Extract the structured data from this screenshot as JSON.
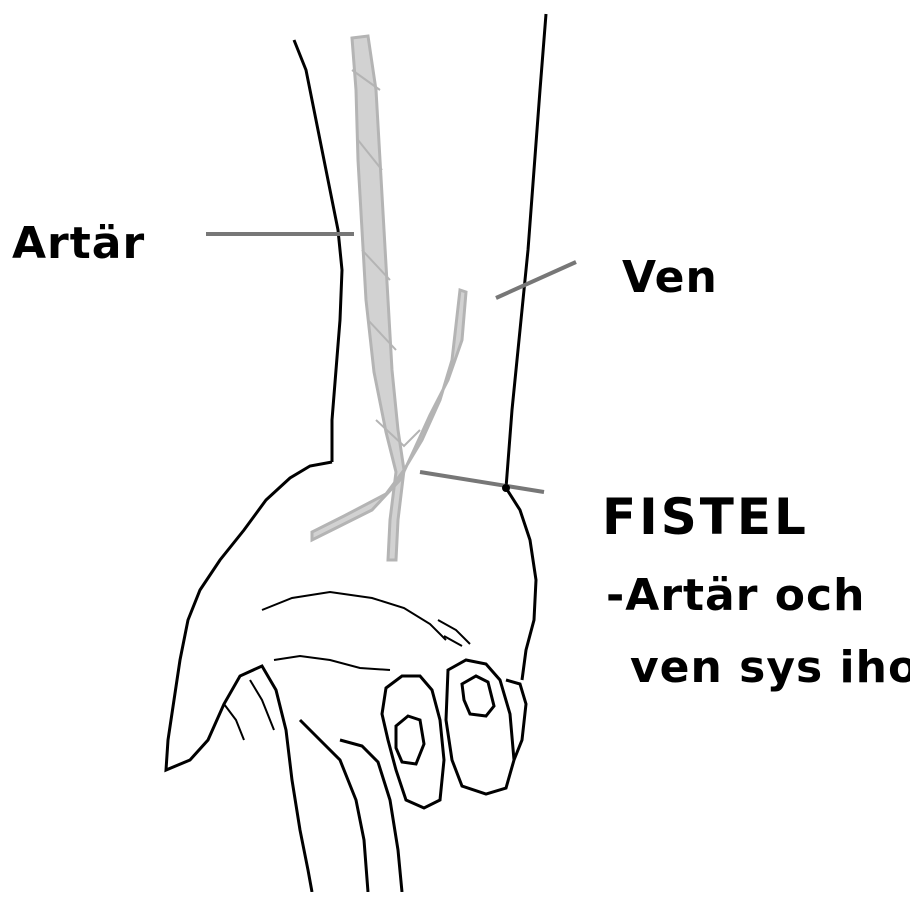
{
  "labels": {
    "artery": "Artär",
    "vein": "Ven",
    "fistula": "FISTEL",
    "description_line1": "-Artär och",
    "description_line2": "ven sys ihop"
  },
  "colors": {
    "outline": "#000000",
    "vessel_fill": "#d2d2d2",
    "vessel_edge": "#b4b4b4",
    "leader_line": "#777777",
    "background": "#ffffff"
  },
  "icons": [
    "forearm-hand-drawing",
    "artery-vessel",
    "vein-vessel",
    "fistula-junction"
  ]
}
